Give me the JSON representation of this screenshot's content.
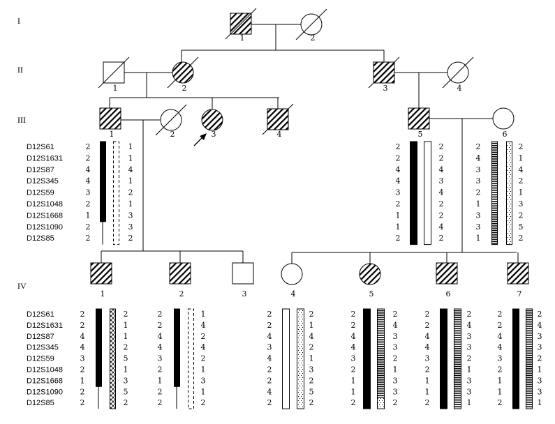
{
  "generations": [
    "I",
    "II",
    "III",
    "IV"
  ],
  "markers": [
    "D12S61",
    "D12S1631",
    "D12S87",
    "D12S345",
    "D12S59",
    "D12S1048",
    "D12S1668",
    "D12S1090",
    "D12S85"
  ],
  "individuals": [
    {
      "id": "I-1",
      "label": "1",
      "sex": "male",
      "affected": true,
      "deceased": true
    },
    {
      "id": "I-2",
      "label": "2",
      "sex": "female",
      "affected": false,
      "deceased": true
    },
    {
      "id": "II-1",
      "label": "1",
      "sex": "male",
      "affected": false,
      "deceased": true
    },
    {
      "id": "II-2",
      "label": "2",
      "sex": "female",
      "affected": true,
      "deceased": true
    },
    {
      "id": "II-3",
      "label": "3",
      "sex": "male",
      "affected": true,
      "deceased": true
    },
    {
      "id": "II-4",
      "label": "4",
      "sex": "female",
      "affected": false,
      "deceased": true
    },
    {
      "id": "III-1",
      "label": "1",
      "sex": "male",
      "affected": true,
      "deceased": false
    },
    {
      "id": "III-2",
      "label": "2",
      "sex": "female",
      "affected": false,
      "deceased": true
    },
    {
      "id": "III-3",
      "label": "3",
      "sex": "female",
      "affected": true,
      "deceased": false,
      "proband": true
    },
    {
      "id": "III-4",
      "label": "4",
      "sex": "male",
      "affected": true,
      "deceased": true
    },
    {
      "id": "III-5",
      "label": "5",
      "sex": "male",
      "affected": true,
      "deceased": false
    },
    {
      "id": "III-6",
      "label": "6",
      "sex": "female",
      "affected": false,
      "deceased": false
    },
    {
      "id": "IV-1",
      "label": "1",
      "sex": "male",
      "affected": true,
      "deceased": false
    },
    {
      "id": "IV-2",
      "label": "2",
      "sex": "male",
      "affected": true,
      "deceased": false
    },
    {
      "id": "IV-3",
      "label": "3",
      "sex": "male",
      "affected": false,
      "deceased": false
    },
    {
      "id": "IV-4",
      "label": "4",
      "sex": "female",
      "affected": false,
      "deceased": false
    },
    {
      "id": "IV-5",
      "label": "5",
      "sex": "female",
      "affected": true,
      "deceased": false
    },
    {
      "id": "IV-6",
      "label": "6",
      "sex": "male",
      "affected": true,
      "deceased": false
    },
    {
      "id": "IV-7",
      "label": "7",
      "sex": "male",
      "affected": true,
      "deceased": false
    }
  ],
  "haplotypes": [
    {
      "id": "III-1",
      "left": [
        2,
        2,
        4,
        4,
        3,
        2,
        1,
        2,
        2
      ],
      "right": [
        1,
        1,
        4,
        1,
        2,
        1,
        3,
        3,
        2
      ],
      "left_bar": [
        [
          "solid",
          0,
          6
        ],
        [
          "line",
          7,
          8
        ]
      ],
      "right_bar": [
        [
          "dashed",
          0,
          8
        ]
      ]
    },
    {
      "id": "III-5",
      "left": [
        2,
        2,
        4,
        4,
        3,
        2,
        1,
        1,
        2
      ],
      "right": [
        2,
        2,
        4,
        3,
        4,
        2,
        2,
        4,
        2
      ],
      "left_bar": [
        [
          "solid",
          0,
          8
        ]
      ],
      "right_bar": [
        [
          "open",
          0,
          8
        ]
      ]
    },
    {
      "id": "III-6",
      "left": [
        2,
        4,
        3,
        3,
        2,
        1,
        3,
        3,
        1
      ],
      "right": [
        2,
        1,
        4,
        2,
        1,
        3,
        2,
        5,
        2
      ],
      "left_bar": [
        [
          "stripes",
          0,
          8
        ]
      ],
      "right_bar": [
        [
          "dots",
          0,
          8
        ]
      ]
    },
    {
      "id": "IV-1",
      "left": [
        2,
        2,
        4,
        4,
        3,
        2,
        1,
        2,
        2
      ],
      "right": [
        2,
        1,
        1,
        2,
        5,
        1,
        3,
        5,
        2
      ],
      "left_bar": [
        [
          "solid",
          0,
          6
        ],
        [
          "line",
          7,
          8
        ]
      ],
      "right_bar": [
        [
          "cross",
          0,
          8
        ]
      ]
    },
    {
      "id": "IV-2",
      "left": [
        2,
        2,
        4,
        4,
        3,
        2,
        1,
        2,
        2
      ],
      "right": [
        1,
        4,
        2,
        4,
        2,
        1,
        3,
        1,
        2
      ],
      "left_bar": [
        [
          "solid",
          0,
          6
        ],
        [
          "line",
          7,
          8
        ]
      ],
      "right_bar": [
        [
          "dashed",
          0,
          8
        ]
      ]
    },
    {
      "id": "IV-4",
      "left": [
        2,
        2,
        4,
        3,
        4,
        2,
        2,
        4,
        2
      ],
      "right": [
        2,
        1,
        4,
        2,
        1,
        3,
        2,
        5,
        2
      ],
      "left_bar": [
        [
          "open",
          0,
          8
        ]
      ],
      "right_bar": [
        [
          "dots",
          0,
          8
        ]
      ]
    },
    {
      "id": "IV-5",
      "left": [
        2,
        2,
        4,
        4,
        3,
        2,
        1,
        1,
        2
      ],
      "right": [
        2,
        4,
        3,
        3,
        2,
        1,
        3,
        3,
        2
      ],
      "left_bar": [
        [
          "solid",
          0,
          8
        ]
      ],
      "right_bar": [
        [
          "stripes",
          0,
          7
        ],
        [
          "dots",
          8,
          8
        ]
      ]
    },
    {
      "id": "IV-6",
      "left": [
        2,
        2,
        4,
        4,
        3,
        2,
        1,
        1,
        2
      ],
      "right": [
        2,
        4,
        3,
        3,
        2,
        1,
        3,
        3,
        1
      ],
      "left_bar": [
        [
          "solid",
          0,
          8
        ]
      ],
      "right_bar": [
        [
          "stripes",
          0,
          8
        ]
      ]
    },
    {
      "id": "IV-7",
      "left": [
        2,
        2,
        4,
        4,
        3,
        2,
        1,
        1,
        2
      ],
      "right": [
        2,
        4,
        3,
        3,
        2,
        1,
        3,
        3,
        1
      ],
      "left_bar": [
        [
          "solid",
          0,
          8
        ]
      ],
      "right_bar": [
        [
          "stripes",
          0,
          8
        ]
      ]
    }
  ],
  "colors": {
    "line": "#000000",
    "background": "#ffffff"
  }
}
